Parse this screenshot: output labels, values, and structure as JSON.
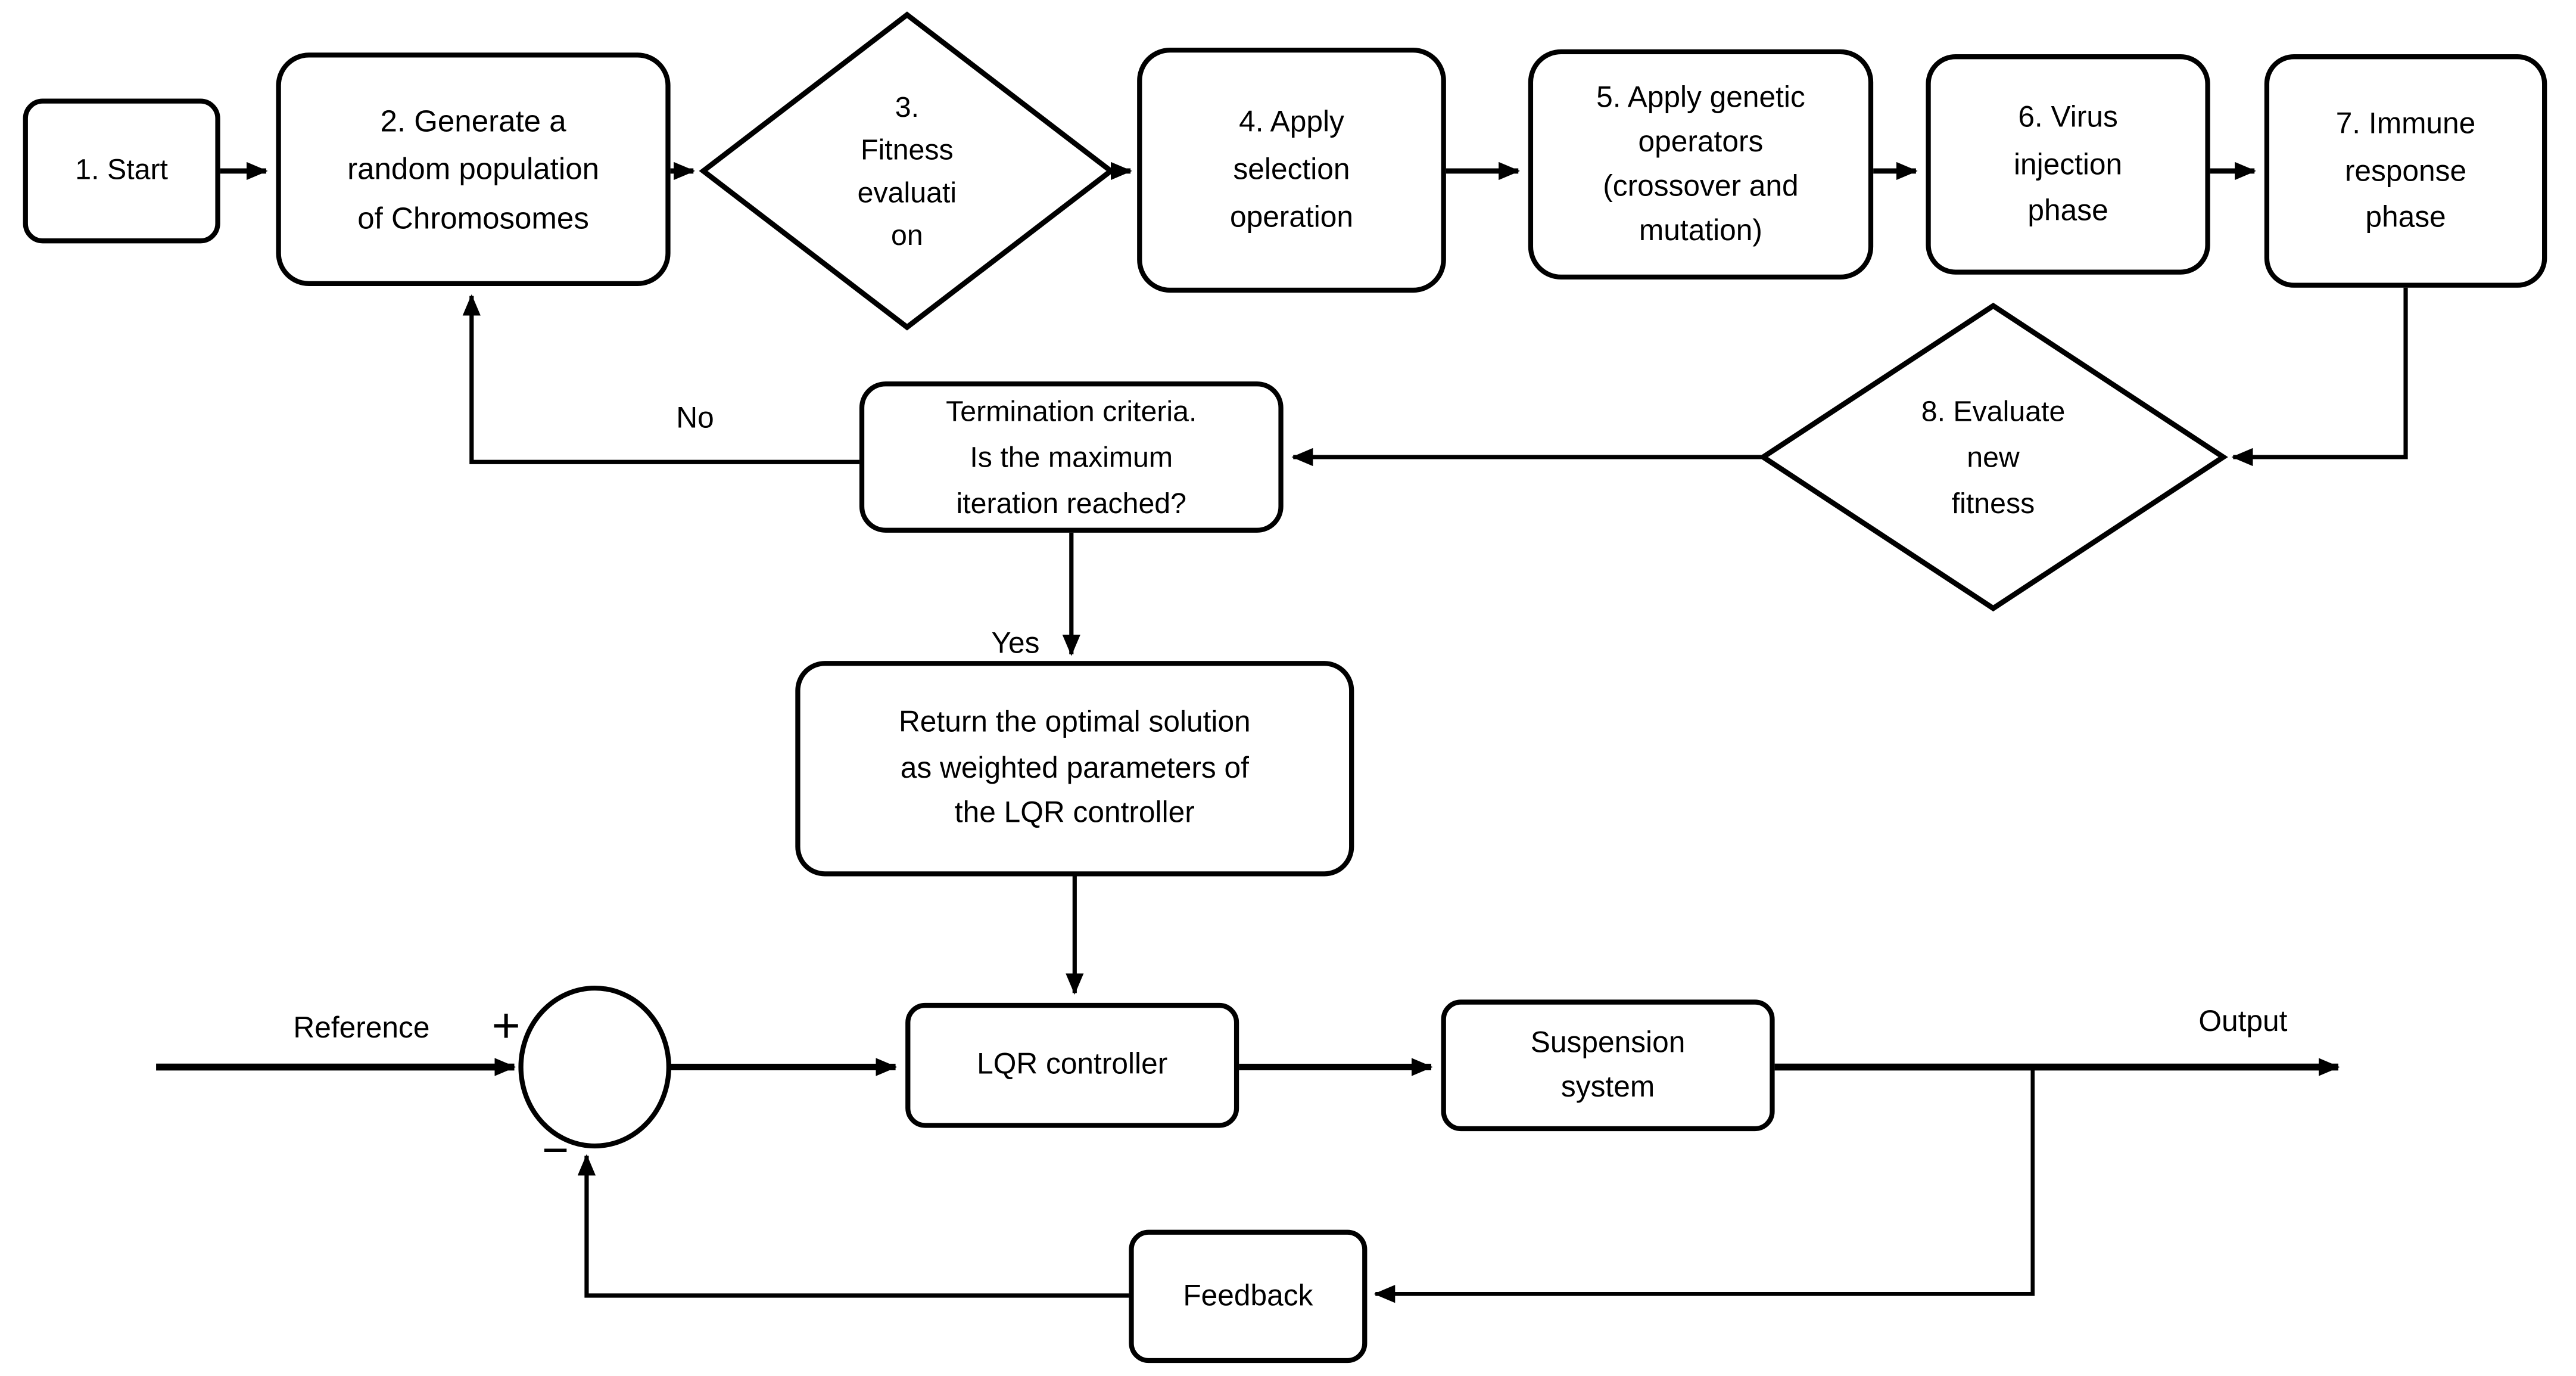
{
  "diagram": {
    "colors": {
      "line": "#000000",
      "background": "#ffffff",
      "text": "#000000"
    },
    "flowchart": {
      "nodes": {
        "start": {
          "label": "1. Start"
        },
        "generate": {
          "label": "2. Generate a\nrandom population\nof Chromosomes"
        },
        "fitness": {
          "label": "3.\nFitness\nevaluati\non"
        },
        "selection": {
          "label": "4. Apply\nselection\noperation"
        },
        "genetic": {
          "label": "5. Apply genetic\noperators\n(crossover and\nmutation)"
        },
        "virus": {
          "label": "6. Virus\ninjection\nphase"
        },
        "immune": {
          "label": "7. Immune\nresponse\nphase"
        },
        "evaluate": {
          "label": "8. Evaluate\nnew\nfitness"
        },
        "termination": {
          "label": "Termination  criteria.\nIs the maximum\niteration reached?"
        },
        "return": {
          "label": "Return the optimal solution\nas weighted parameters of\nthe LQR controller"
        }
      },
      "edge_labels": {
        "no": "No",
        "yes": "Yes"
      }
    },
    "control_loop": {
      "nodes": {
        "lqr": {
          "label": "LQR controller"
        },
        "suspension": {
          "label": "Suspension\nsystem"
        },
        "feedback": {
          "label": "Feedback"
        }
      },
      "labels": {
        "reference": "Reference",
        "output": "Output",
        "plus": "+",
        "minus": "−"
      }
    }
  }
}
